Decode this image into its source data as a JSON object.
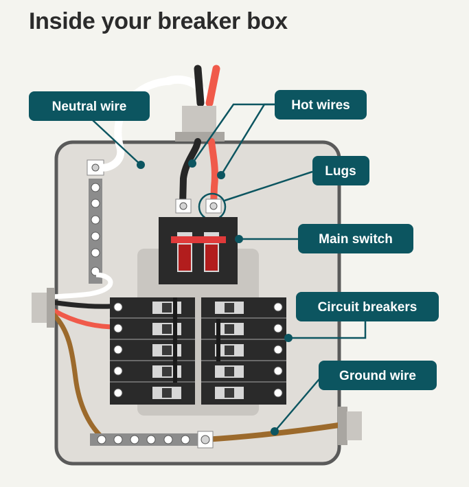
{
  "title": "Inside your breaker box",
  "labels": {
    "neutral_wire": "Neutral wire",
    "hot_wires": "Hot wires",
    "lugs": "Lugs",
    "main_switch": "Main switch",
    "circuit_breakers": "Circuit breakers",
    "ground_wire": "Ground wire"
  },
  "colors": {
    "label_bg": "#0c5560",
    "box": "#e0ddd8",
    "box_outline": "#5a5a5a",
    "breaker": "#2a2a2a",
    "hot_wire": "#f05a4a",
    "ground_wire": "#9c6a2c",
    "switch_red": "#e03a3a"
  }
}
